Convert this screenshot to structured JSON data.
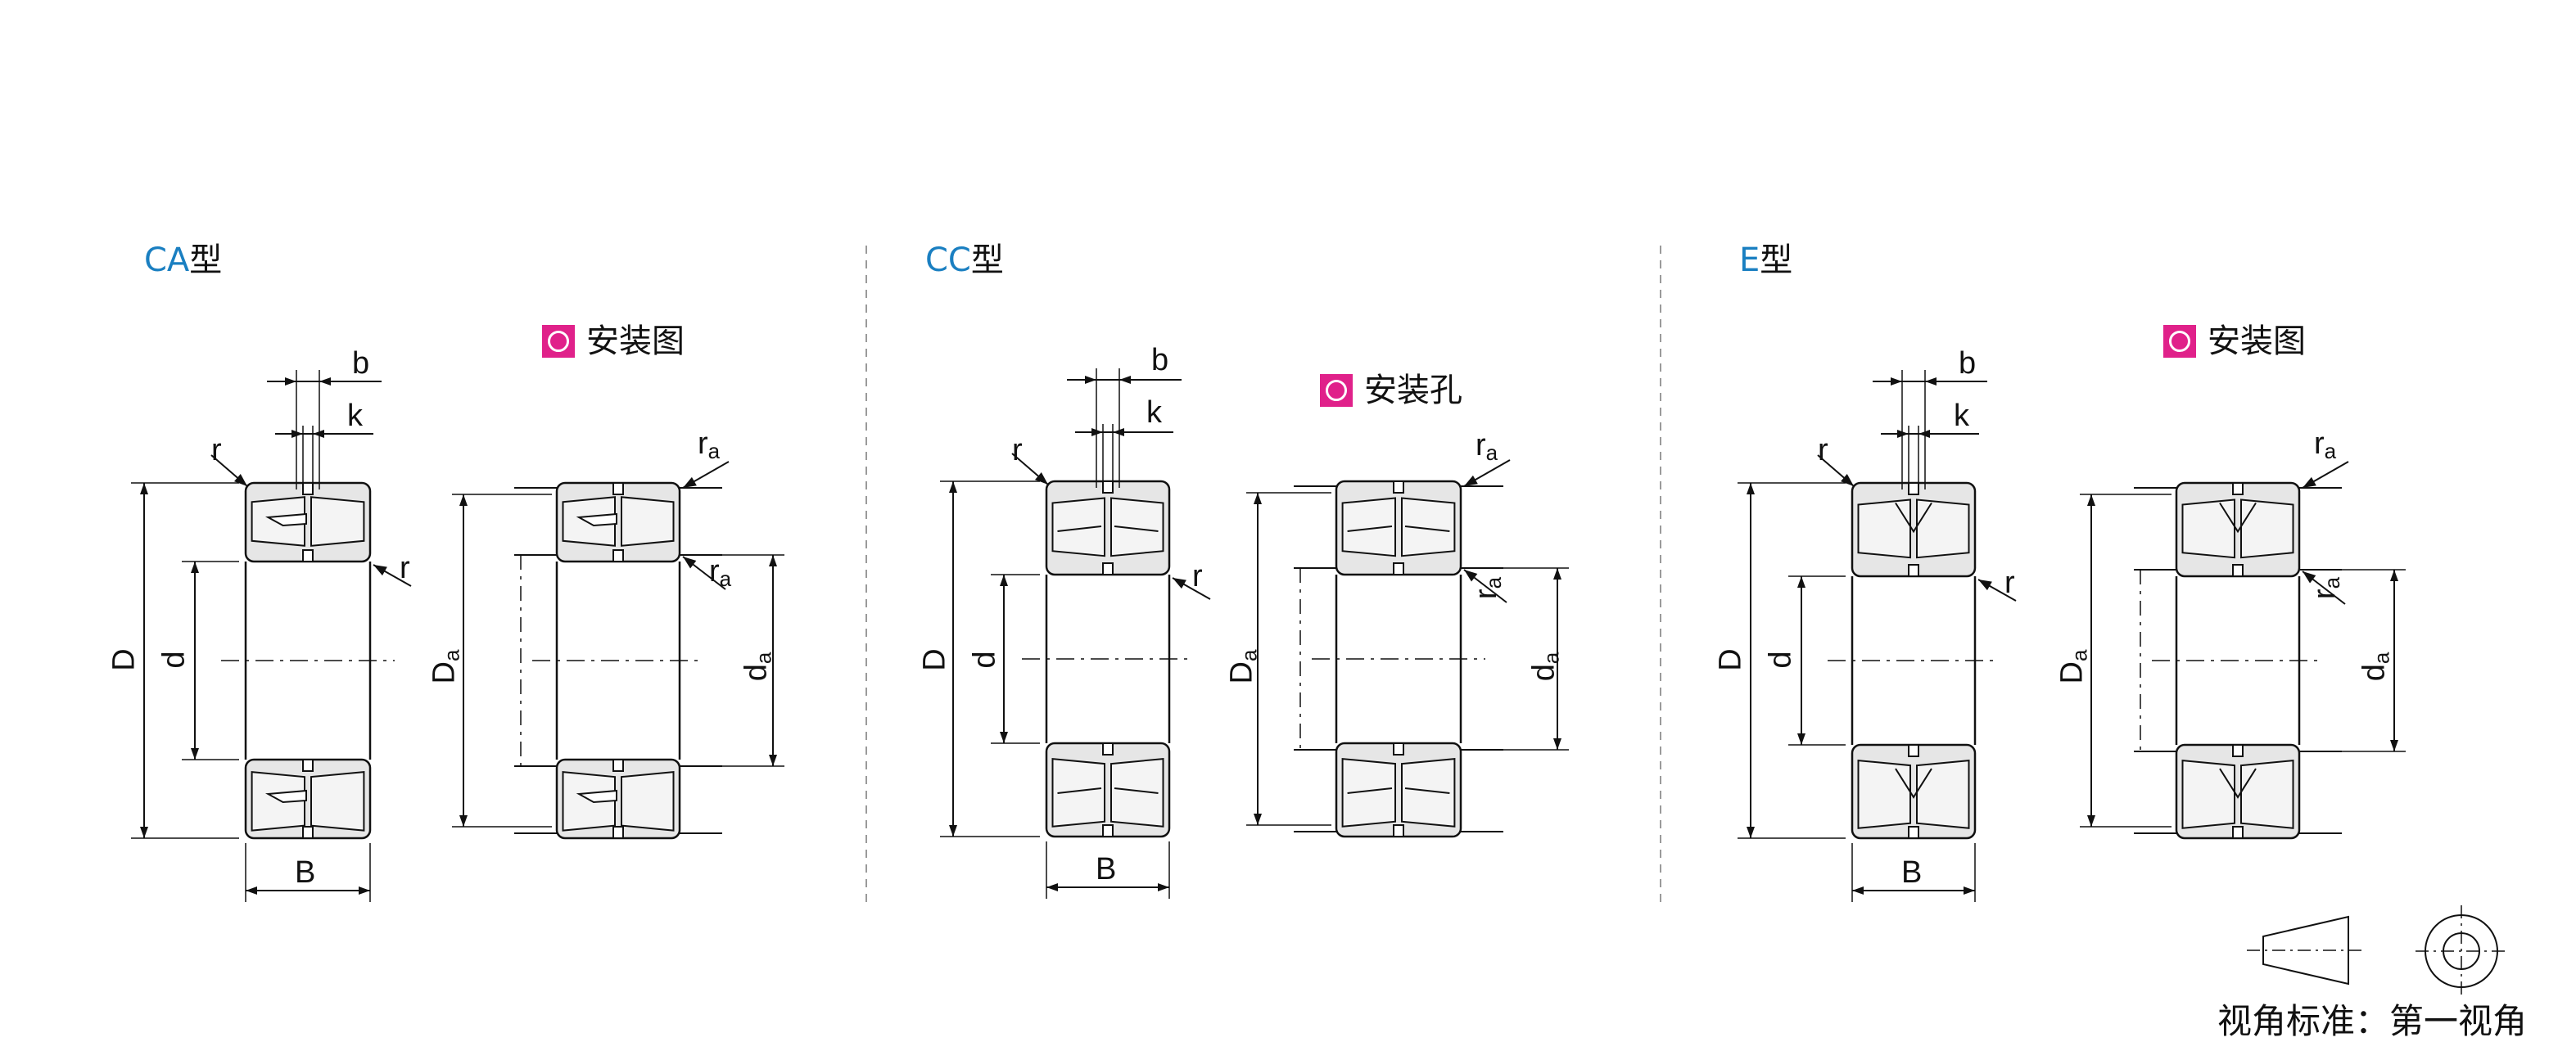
{
  "panels": [
    {
      "id": "CA",
      "type_code": "CA",
      "type_suffix": "型",
      "legend_label": "安装图",
      "legend_color": "#e0218a",
      "cage": "CA"
    },
    {
      "id": "CC",
      "type_code": "CC",
      "type_suffix": "型",
      "legend_label": "安装孔",
      "legend_color": "#e0218a",
      "cage": "CC"
    },
    {
      "id": "E",
      "type_code": "E",
      "type_suffix": "型",
      "legend_label": "安装图",
      "legend_color": "#e0218a",
      "cage": "E"
    }
  ],
  "dimension_labels": {
    "b": "b",
    "k": "k",
    "r": "r",
    "D": "D",
    "d": "d",
    "B": "B",
    "Da": "D",
    "Da_sub": "a",
    "da": "d",
    "da_sub": "a",
    "ra": "r",
    "ra_sub": "a"
  },
  "projection": {
    "label": "视角标准：第一视角"
  },
  "colors": {
    "title_accent": "#1a7fc1",
    "legend_icon": "#e0218a",
    "line": "#111111",
    "part_fill": "#e6e6e6",
    "divider": "#9a9a9a"
  }
}
